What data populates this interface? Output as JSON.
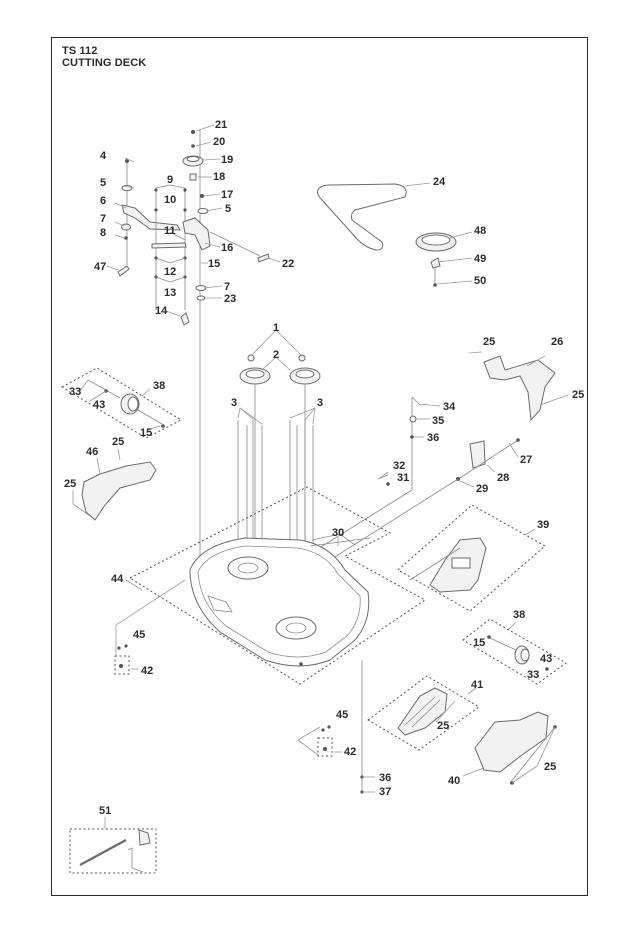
{
  "header": {
    "model": "TS 112",
    "section": "CUTTING DECK"
  },
  "callouts": [
    {
      "id": "c21",
      "label": "21"
    },
    {
      "id": "c20",
      "label": "20"
    },
    {
      "id": "c19",
      "label": "19"
    },
    {
      "id": "c18",
      "label": "18"
    },
    {
      "id": "c4",
      "label": "4"
    },
    {
      "id": "c5a",
      "label": "5"
    },
    {
      "id": "c9",
      "label": "9"
    },
    {
      "id": "c17",
      "label": "17"
    },
    {
      "id": "c6",
      "label": "6"
    },
    {
      "id": "c10",
      "label": "10"
    },
    {
      "id": "c5b",
      "label": "5"
    },
    {
      "id": "c7a",
      "label": "7"
    },
    {
      "id": "c8",
      "label": "8"
    },
    {
      "id": "c11",
      "label": "11"
    },
    {
      "id": "c16",
      "label": "16"
    },
    {
      "id": "c15a",
      "label": "15"
    },
    {
      "id": "c22",
      "label": "22"
    },
    {
      "id": "c47",
      "label": "47"
    },
    {
      "id": "c12",
      "label": "12"
    },
    {
      "id": "c13",
      "label": "13"
    },
    {
      "id": "c7b",
      "label": "7"
    },
    {
      "id": "c23",
      "label": "23"
    },
    {
      "id": "c14",
      "label": "14"
    },
    {
      "id": "c24",
      "label": "24"
    },
    {
      "id": "c48",
      "label": "48"
    },
    {
      "id": "c49",
      "label": "49"
    },
    {
      "id": "c50",
      "label": "50"
    },
    {
      "id": "c1",
      "label": "1"
    },
    {
      "id": "c2",
      "label": "2"
    },
    {
      "id": "c25a",
      "label": "25"
    },
    {
      "id": "c26",
      "label": "26"
    },
    {
      "id": "c25b",
      "label": "25"
    },
    {
      "id": "c33a",
      "label": "33"
    },
    {
      "id": "c38a",
      "label": "38"
    },
    {
      "id": "c43a",
      "label": "43"
    },
    {
      "id": "c15b",
      "label": "15"
    },
    {
      "id": "c3a",
      "label": "3"
    },
    {
      "id": "c3b",
      "label": "3"
    },
    {
      "id": "c34",
      "label": "34"
    },
    {
      "id": "c35",
      "label": "35"
    },
    {
      "id": "c36a",
      "label": "36"
    },
    {
      "id": "c27",
      "label": "27"
    },
    {
      "id": "c46",
      "label": "46"
    },
    {
      "id": "c25c",
      "label": "25"
    },
    {
      "id": "c25d",
      "label": "25"
    },
    {
      "id": "c32",
      "label": "32"
    },
    {
      "id": "c31",
      "label": "31"
    },
    {
      "id": "c28",
      "label": "28"
    },
    {
      "id": "c29",
      "label": "29"
    },
    {
      "id": "c30",
      "label": "30"
    },
    {
      "id": "c39",
      "label": "39"
    },
    {
      "id": "c44",
      "label": "44"
    },
    {
      "id": "c38b",
      "label": "38"
    },
    {
      "id": "c15c",
      "label": "15"
    },
    {
      "id": "c43b",
      "label": "43"
    },
    {
      "id": "c33b",
      "label": "33"
    },
    {
      "id": "c45a",
      "label": "45"
    },
    {
      "id": "c42a",
      "label": "42"
    },
    {
      "id": "c41",
      "label": "41"
    },
    {
      "id": "c25e",
      "label": "25"
    },
    {
      "id": "c45b",
      "label": "45"
    },
    {
      "id": "c42b",
      "label": "42"
    },
    {
      "id": "c36b",
      "label": "36"
    },
    {
      "id": "c37",
      "label": "37"
    },
    {
      "id": "c40",
      "label": "40"
    },
    {
      "id": "c25f",
      "label": "25"
    },
    {
      "id": "c51",
      "label": "51"
    }
  ]
}
